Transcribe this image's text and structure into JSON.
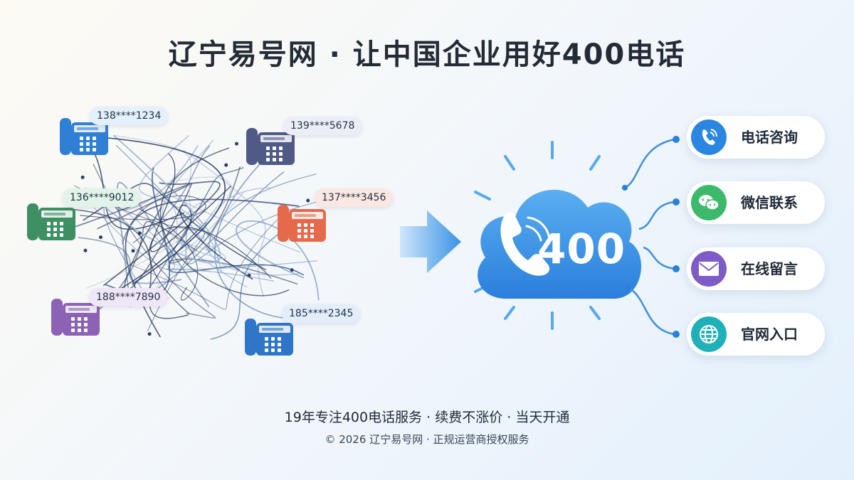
{
  "title": "辽宁易号网 · 让中国企业用好400电话",
  "numbers": [
    {
      "text": "138****1234",
      "color": "#2f7fd6",
      "bubble": "#e4f0fb"
    },
    {
      "text": "139****5678",
      "color": "#4f5a86",
      "bubble": "#eceef7"
    },
    {
      "text": "136****9012",
      "color": "#3f8f64",
      "bubble": "#e3f3ea"
    },
    {
      "text": "137****3456",
      "color": "#e56a4c",
      "bubble": "#fbe8e2"
    },
    {
      "text": "188****7890",
      "color": "#8b62b4",
      "bubble": "#efe6f7"
    },
    {
      "text": "185****2345",
      "color": "#2f76c9",
      "bubble": "#e3eefa"
    }
  ],
  "cloud_label": "400",
  "channels": [
    {
      "label": "电话咨询",
      "icon": "phone-icon",
      "color": "#2a86e0"
    },
    {
      "label": "微信联系",
      "icon": "wechat-icon",
      "color": "#3cb96a"
    },
    {
      "label": "在线留言",
      "icon": "envelope-icon",
      "color": "#7e5cc8"
    },
    {
      "label": "官网入口",
      "icon": "globe-icon",
      "color": "#1fb0b8"
    }
  ],
  "footer": {
    "tagline": "19年专注400电话服务 · 续费不涨价 · 当天开通",
    "copyright": "© 2026 辽宁易号网 · 正规运营商授权服务"
  }
}
